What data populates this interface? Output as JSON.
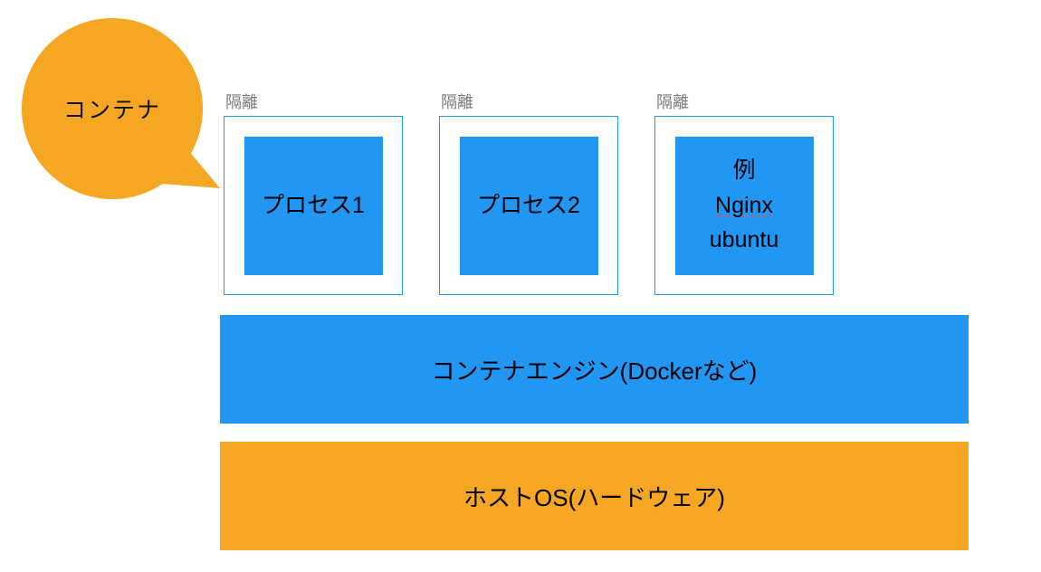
{
  "colors": {
    "orange": "#F5A623",
    "blue": "#2196F3",
    "label_gray": "#7A7A7A"
  },
  "bubble": {
    "label": "コンテナ"
  },
  "containers": [
    {
      "caption": "隔離",
      "lines": [
        "プロセス1"
      ]
    },
    {
      "caption": "隔離",
      "lines": [
        "プロセス2"
      ]
    },
    {
      "caption": "隔離",
      "lines": [
        "例",
        "Nginx",
        "ubuntu"
      ]
    }
  ],
  "engine_bar": {
    "label": "コンテナエンジン(Dockerなど)"
  },
  "host_bar": {
    "label": "ホストOS(ハードウェア)"
  }
}
